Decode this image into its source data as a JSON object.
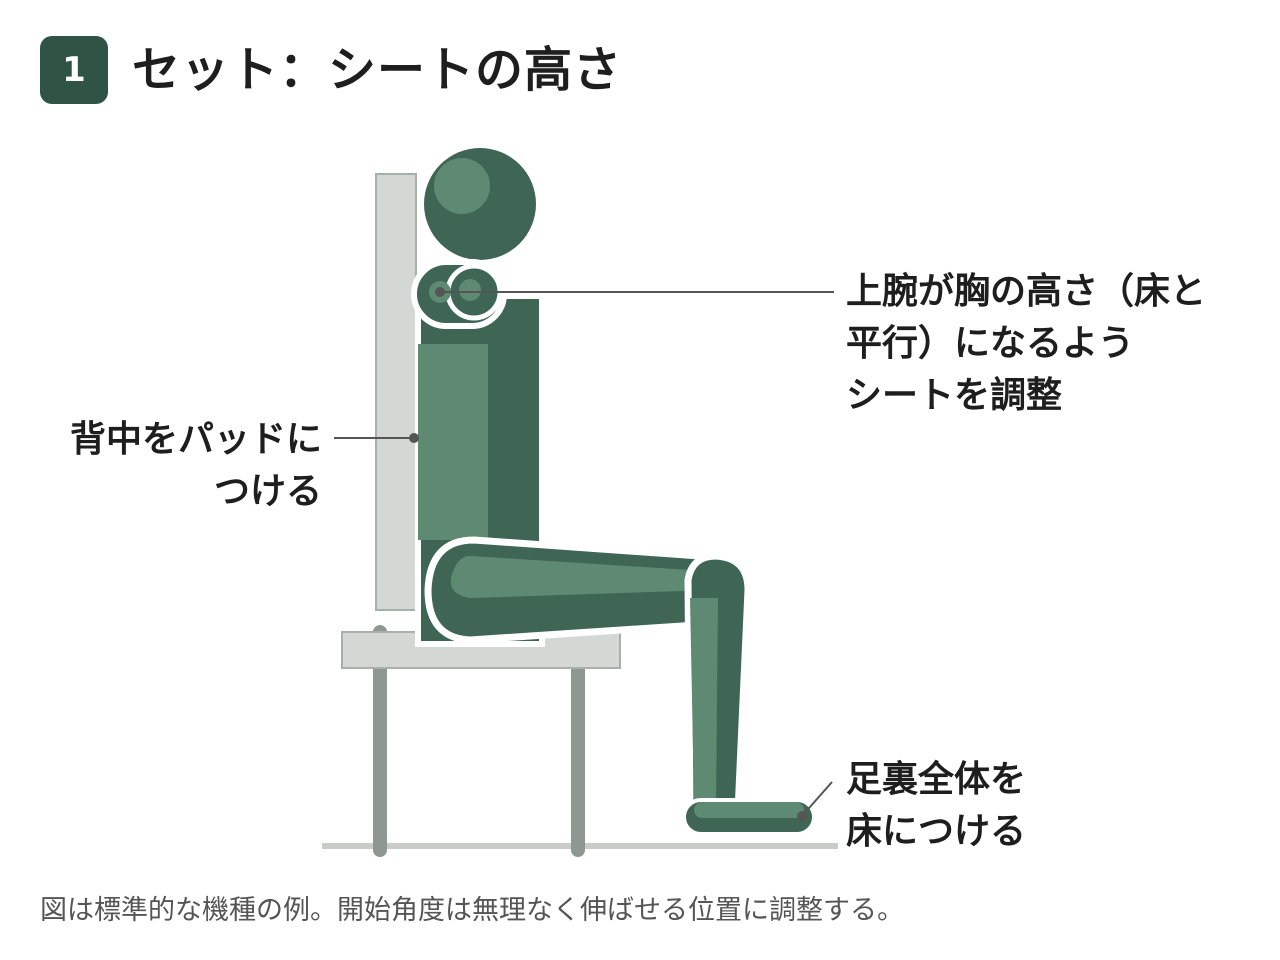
{
  "header": {
    "step_number": "1",
    "title": "セット：シートの高さ"
  },
  "annotations": {
    "upper_arm": [
      "上腕が胸の高さ（床と",
      "平行）になるよう",
      "シートを調整"
    ],
    "back": [
      "背中をパッドに",
      "つける"
    ],
    "foot": [
      "足裏全体を",
      "床につける"
    ]
  },
  "caption": "図は標準的な機種の例。開始角度は無理なく伸ばせる位置に調整する。",
  "colors": {
    "badge": "#2f5446",
    "figure_dark": "#3f6655",
    "figure_light": "#5e8a74",
    "machine": "#d3d8d4",
    "machine_stroke": "#a9b0aa",
    "leader_line": "#555555"
  }
}
